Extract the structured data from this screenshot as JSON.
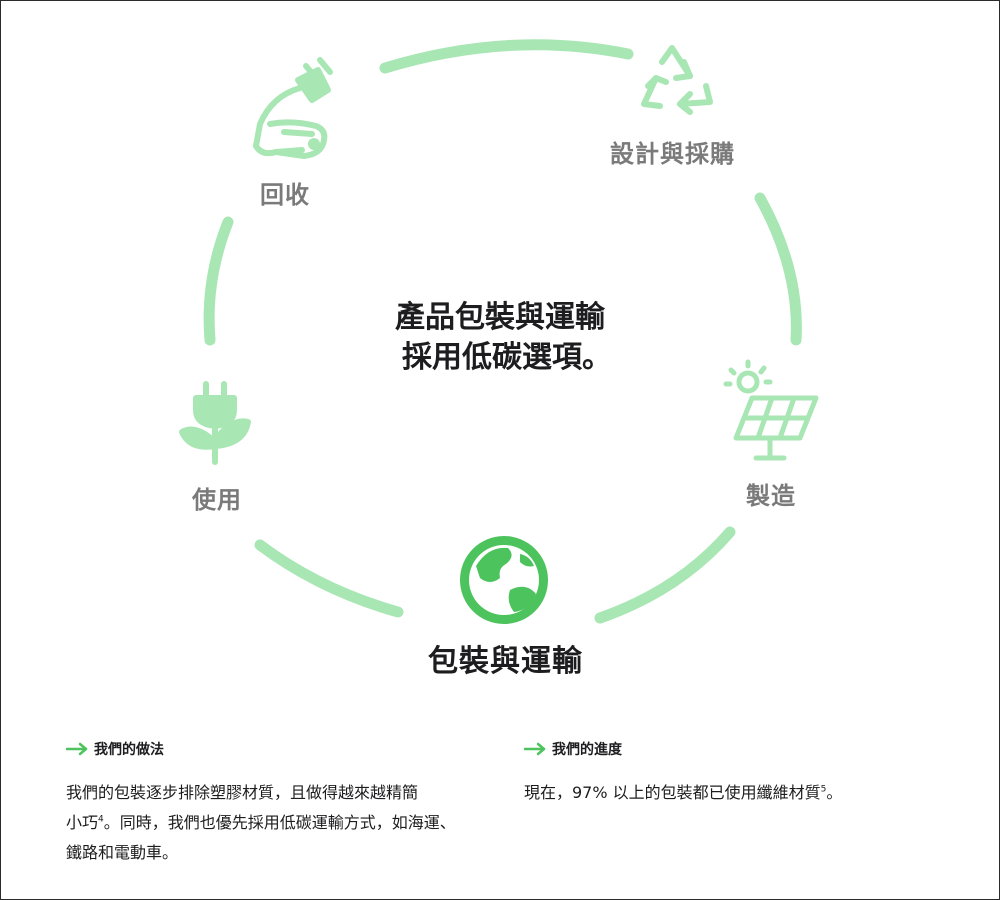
{
  "diagram": {
    "center_title_line1": "產品包裝與運輸",
    "center_title_line2": "採用低碳選項。",
    "stages": {
      "design": "設計與採購",
      "manufacture": "製造",
      "packaging": "包裝與運輸",
      "use": "使用",
      "recycle": "回收"
    },
    "active_stage": "packaging",
    "icons": {
      "design": "recycle-icon",
      "manufacture": "solar-panel-icon",
      "packaging": "globe-icon",
      "use": "plug-plant-icon",
      "recycle": "hand-plug-icon"
    },
    "colors": {
      "arc": "#a8e6b4",
      "icon": "#a8e6b4",
      "active_icon": "#4cc35d",
      "label": "#7a7a7a",
      "active_label": "#1d1d1f",
      "arrow": "#4cc35d"
    }
  },
  "sections": {
    "approach": {
      "heading": "我們的做法",
      "line1": "我們的包裝逐步排除塑膠材質，且做得越來越精簡",
      "line2_a": "小巧",
      "line2_sup": "4",
      "line2_b": "。同時，我們也優先採用低碳運輸方式，如海運、",
      "line3": "鐵路和電動車。"
    },
    "progress": {
      "heading": "我們的進度",
      "line1_a": "現在，97% 以上的包裝都已使用纖維材質",
      "line1_sup": "5",
      "line1_b": "。"
    }
  }
}
